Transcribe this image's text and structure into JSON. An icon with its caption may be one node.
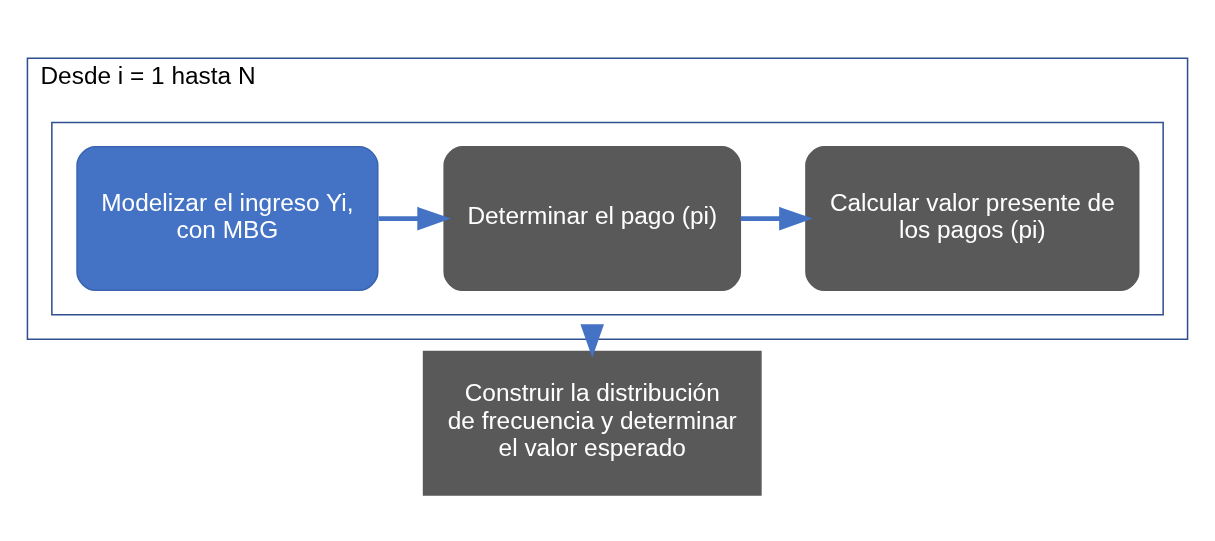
{
  "diagram": {
    "nodes": [
      {
        "text": [
          "Desde i = 1 hasta N"
        ]
      },
      {
        "text": [],
        "shape": "box",
        "in": 0
      },
      {
        "text": [
          "Modelizar el ingreso Yi, con MBG"
        ],
        "in": 1
      },
      {
        "text": [
          "Determinar el pago (pi)"
        ],
        "in": 1
      },
      {
        "text": [
          "Calcular valor presente de los pagos (pi)"
        ],
        "in": 1
      },
      {
        "text": [
          "Construir la distribución de frecuencia y determinar el valor esperado"
        ]
      }
    ],
    "edges": [
      {
        "from": 2,
        "to": 3,
        "arrow": "to"
      },
      {
        "from": 3,
        "to": 4,
        "arrow": "to"
      },
      {
        "from": 0,
        "to": 5,
        "arrow": "to"
      }
    ]
  }
}
